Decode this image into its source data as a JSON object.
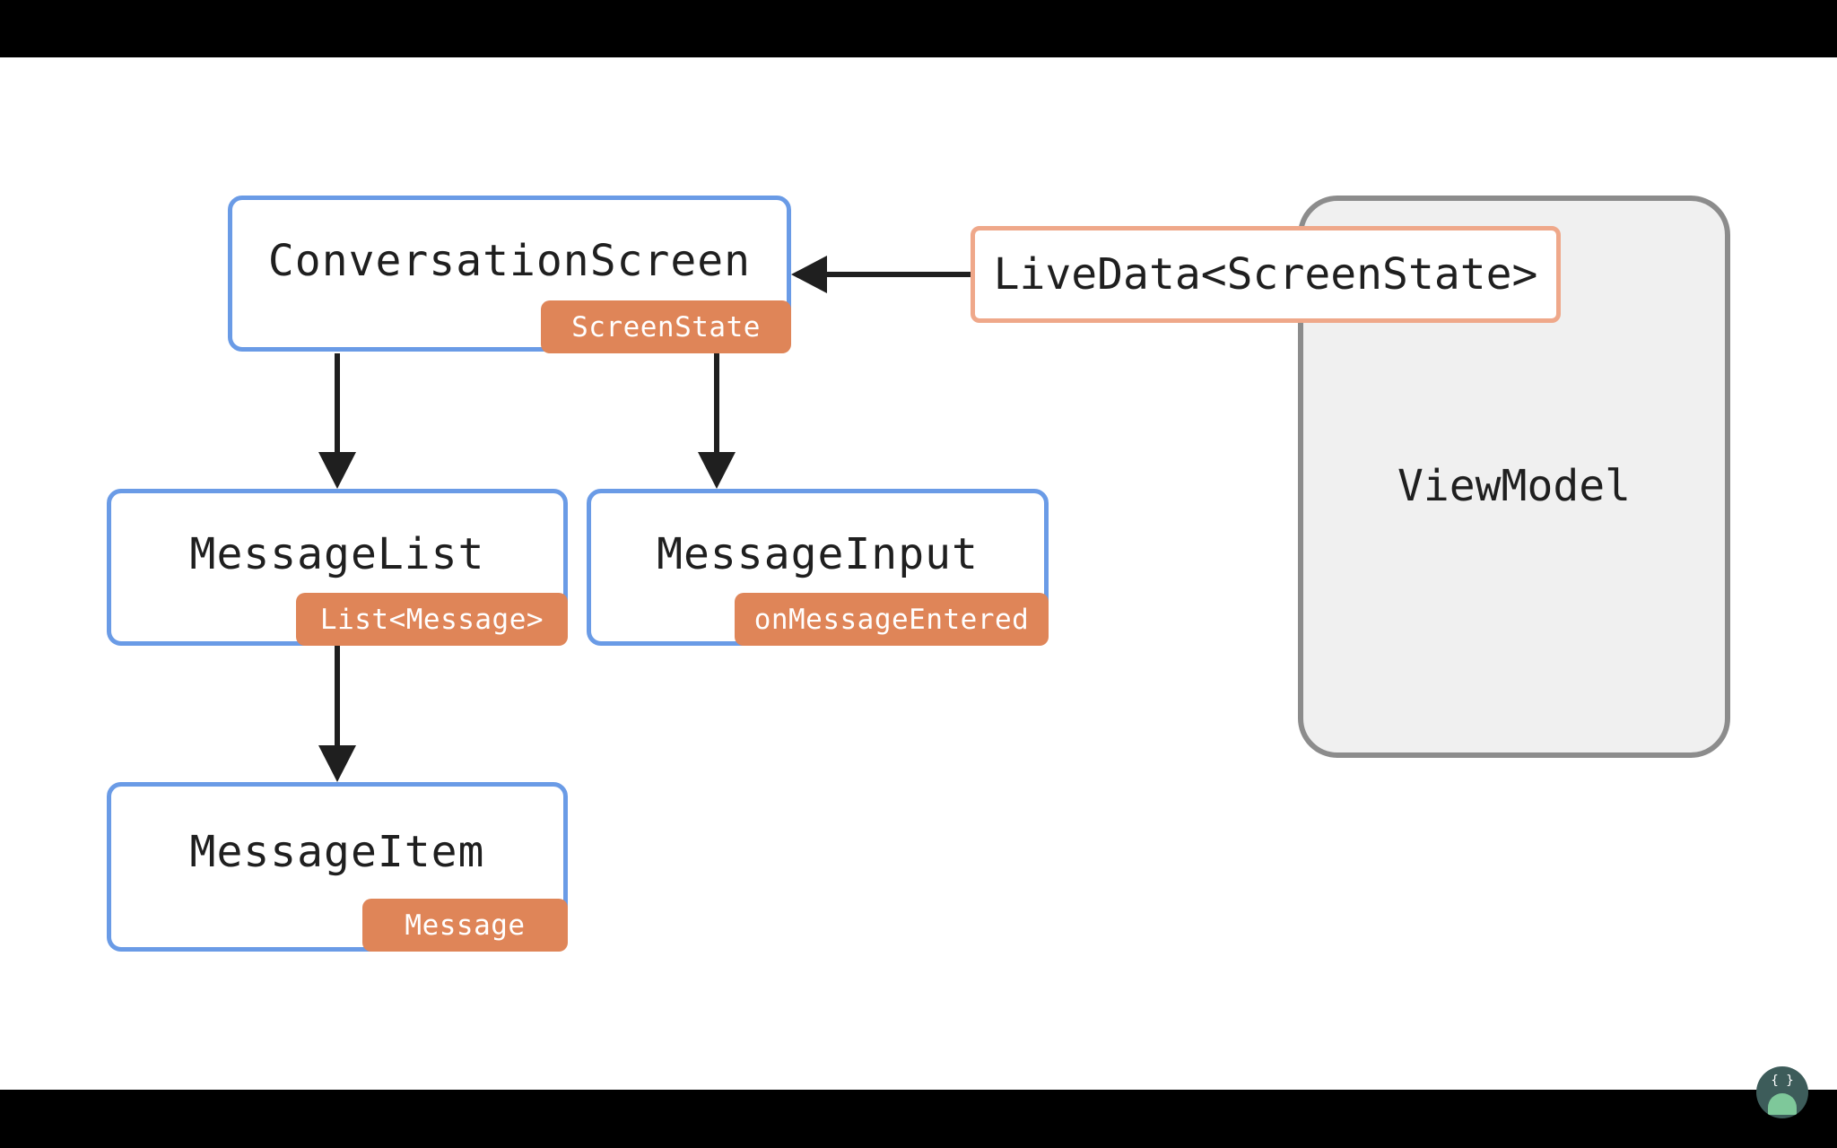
{
  "components": {
    "conversation_screen": {
      "name": "ConversationScreen",
      "param": "ScreenState"
    },
    "message_list": {
      "name": "MessageList",
      "param": "List<Message>"
    },
    "message_input": {
      "name": "MessageInput",
      "param": "onMessageEntered"
    },
    "message_item": {
      "name": "MessageItem",
      "param": "Message"
    }
  },
  "viewmodel": {
    "label": "ViewModel",
    "livedata": "LiveData<ScreenState>"
  },
  "colors": {
    "component_border": "#6a9be6",
    "badge": "#df8558",
    "livedata_border": "#efa88a",
    "viewmodel_border": "#8c8c8c",
    "viewmodel_fill": "#f0f0f0"
  }
}
